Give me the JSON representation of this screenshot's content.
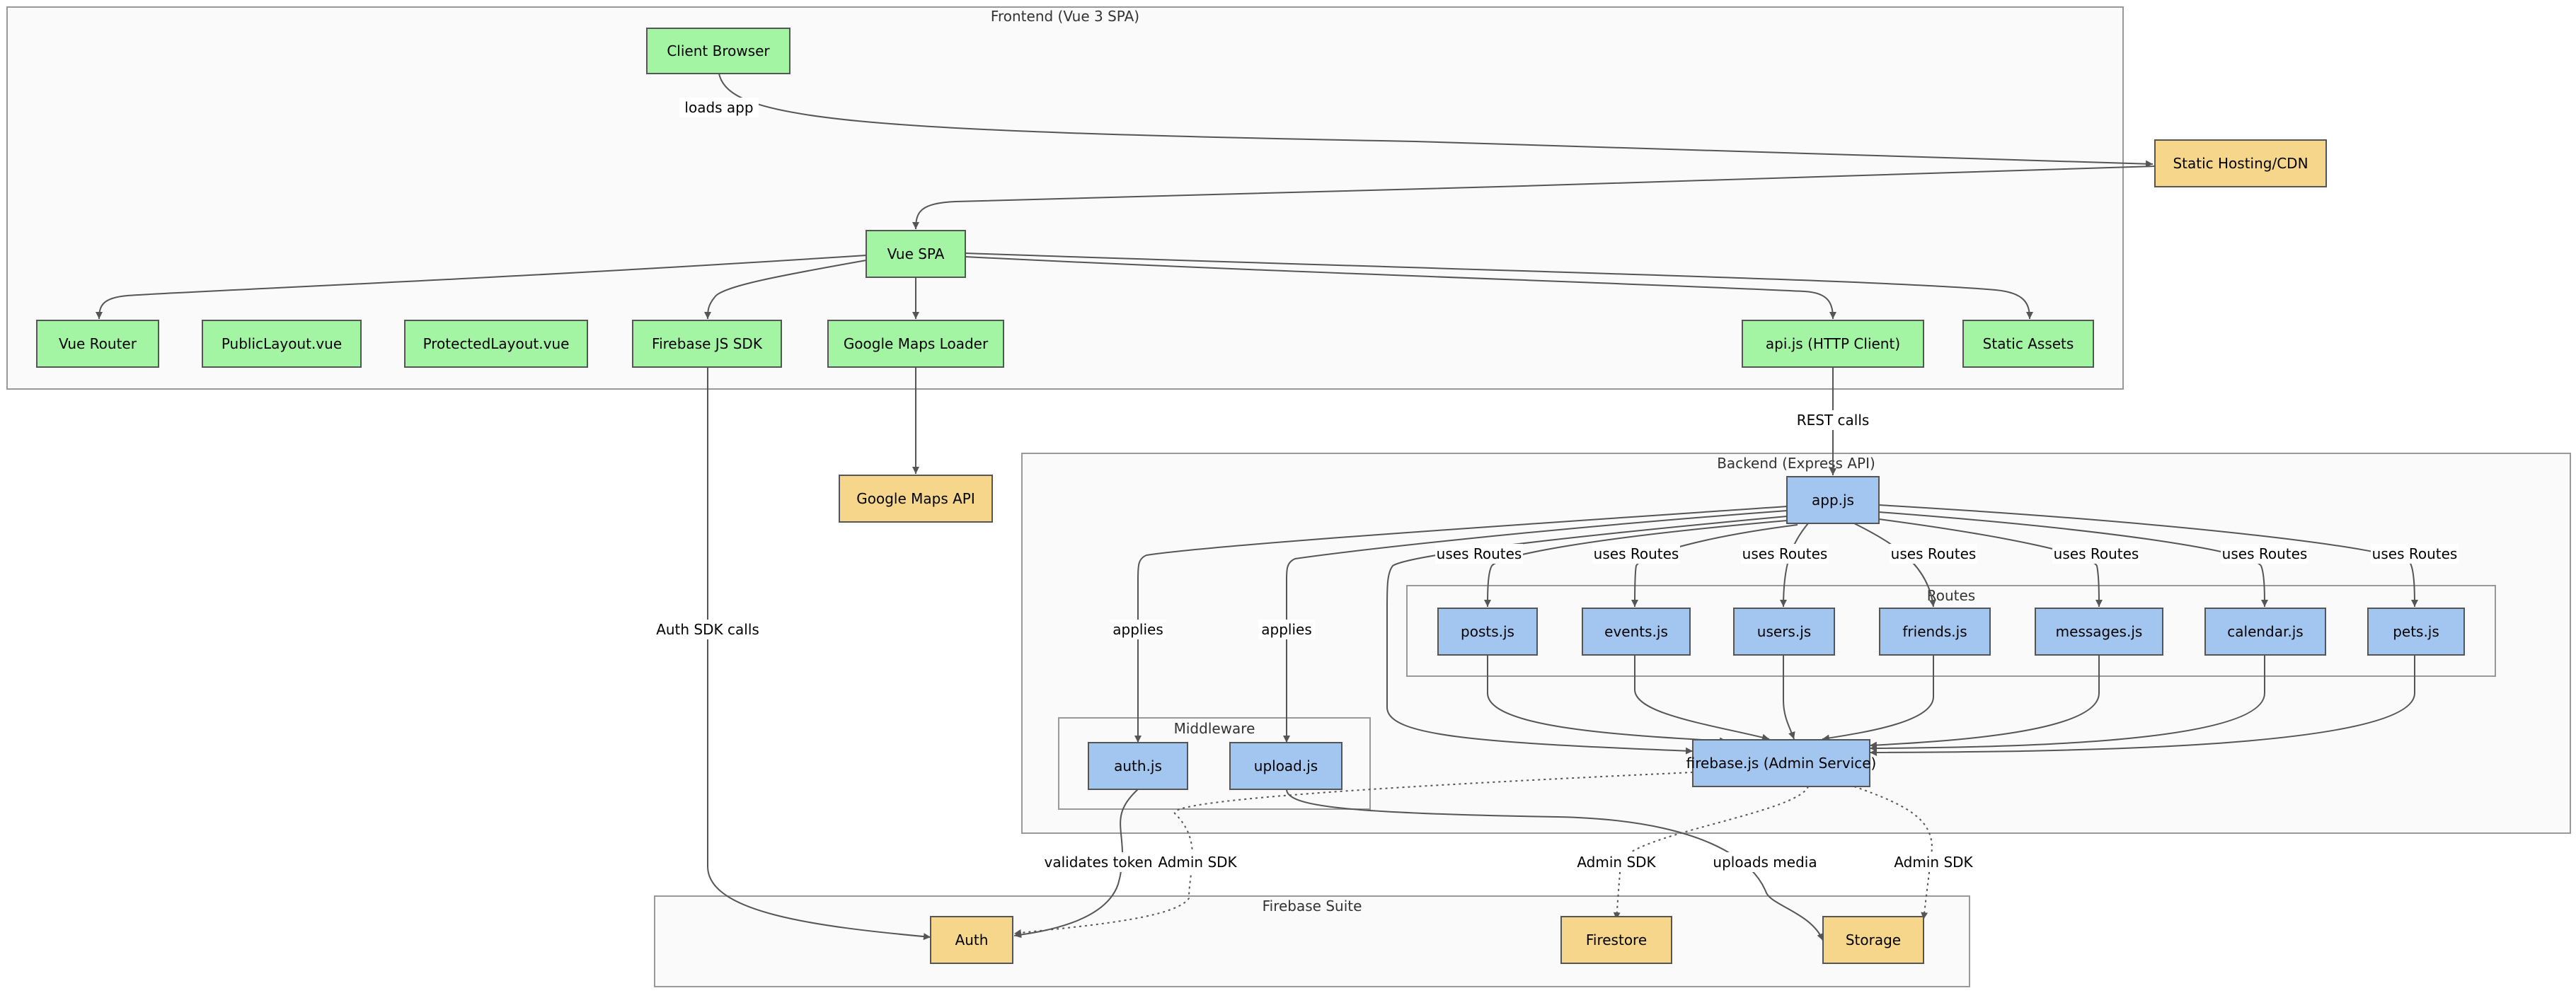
{
  "colors": {
    "frontend": "#a3f5a3",
    "backend": "#a3c6f0",
    "external": "#f5d68a"
  },
  "clusters": {
    "frontend": "Frontend (Vue 3 SPA)",
    "backend": "Backend (Express API)",
    "routes": "Routes",
    "middleware": "Middleware",
    "firebase": "Firebase Suite"
  },
  "nodes": {
    "client_browser": "Client Browser",
    "static_hosting": "Static Hosting/CDN",
    "vue_spa": "Vue SPA",
    "vue_router": "Vue Router",
    "public_layout": "PublicLayout.vue",
    "protected_layout": "ProtectedLayout.vue",
    "firebase_sdk": "Firebase JS SDK",
    "maps_loader": "Google Maps Loader",
    "api_client": "api.js (HTTP Client)",
    "static_assets": "Static Assets",
    "maps_api": "Google Maps API",
    "app_js": "app.js",
    "posts_js": "posts.js",
    "events_js": "events.js",
    "users_js": "users.js",
    "friends_js": "friends.js",
    "messages_js": "messages.js",
    "calendar_js": "calendar.js",
    "pets_js": "pets.js",
    "auth_mw": "auth.js",
    "upload_mw": "upload.js",
    "firebase_admin": "firebase.js (Admin Service)",
    "fb_auth": "Auth",
    "fb_firestore": "Firestore",
    "fb_storage": "Storage"
  },
  "edge_labels": {
    "loads_app": "loads app",
    "rest_calls": "REST calls",
    "auth_sdk_calls": "Auth SDK calls",
    "applies": "applies",
    "uses_routes": "uses Routes",
    "validates_token": "validates token",
    "admin_sdk": "Admin SDK",
    "uploads_media": "uploads media"
  }
}
